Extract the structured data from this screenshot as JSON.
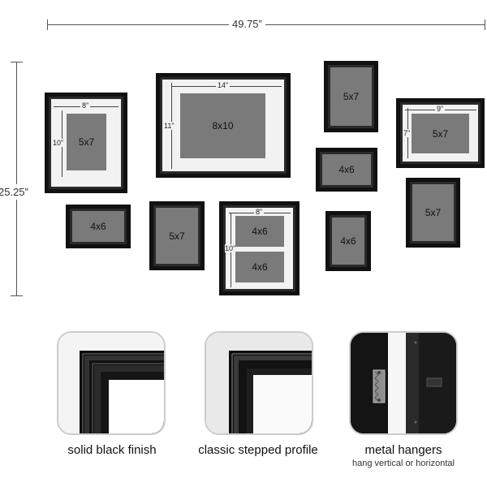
{
  "dimensions": {
    "total_width": "49.75”",
    "total_height": "25.25”"
  },
  "frames": {
    "f1": {
      "photo": "5x7",
      "mat_width": "8”",
      "mat_height": "10”"
    },
    "f2": {
      "photo": "8x10",
      "mat_width": "14”",
      "mat_height": "11”"
    },
    "f3": {
      "photo": "5x7"
    },
    "f4": {
      "photo": "5x7",
      "mat_width": "9”",
      "mat_height": "7”"
    },
    "f5": {
      "photo": "4x6"
    },
    "f6": {
      "photo": "4x6"
    },
    "f7": {
      "photo": "5x7"
    },
    "f8": {
      "photo_top": "4x6",
      "photo_bottom": "4x6",
      "mat_width": "8”",
      "mat_height": "10”"
    },
    "f9": {
      "photo": "4x6"
    },
    "f10": {
      "photo": "5x7"
    }
  },
  "features": [
    {
      "caption": "solid black finish",
      "subcaption": ""
    },
    {
      "caption": "classic stepped profile",
      "subcaption": ""
    },
    {
      "caption": "metal hangers",
      "subcaption": "hang vertical or horizontal"
    }
  ]
}
